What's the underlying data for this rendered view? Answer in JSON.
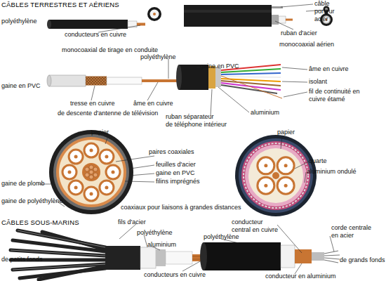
{
  "diagram": {
    "title": "CÂBLES TERRESTRES ET AÉRIENS",
    "labels": [
      "polyéthylène",
      "conducteurs en cuivre",
      "monocoaxial de tirage en conduite",
      "câble porteur acier",
      "ruban d'acier",
      "monocoaxial aérien",
      "polyéthylène",
      "gaine en PVC",
      "âme en cuivre",
      "gaine en PVC",
      "isolant",
      "fil de continuité en cuivre étamé",
      "tresse en cuivre",
      "âme en cuivre",
      "aluminium",
      "de descente d'antenne de télévision",
      "ruban séparateur",
      "de téléphone intérieur",
      "papier",
      "papier",
      "paires coaxiales",
      "feuilles d'acier",
      "quarte",
      "aluminium ondulé",
      "gaine en PVC",
      "filins imprégnés",
      "gaine de plomb",
      "gaine de polyéthylène",
      "coaxiaux pour liaisons à grandes distances",
      "CÂBLES SOUS-MARINS",
      "fils d'acier",
      "conducteur central en cuivre",
      "polyéthylène",
      "corde centrale en acier",
      "polyéthylène",
      "aluminium",
      "de petits fonds",
      "de grands fonds",
      "conducteurs en cuivre",
      "conducteur en aluminium"
    ]
  }
}
